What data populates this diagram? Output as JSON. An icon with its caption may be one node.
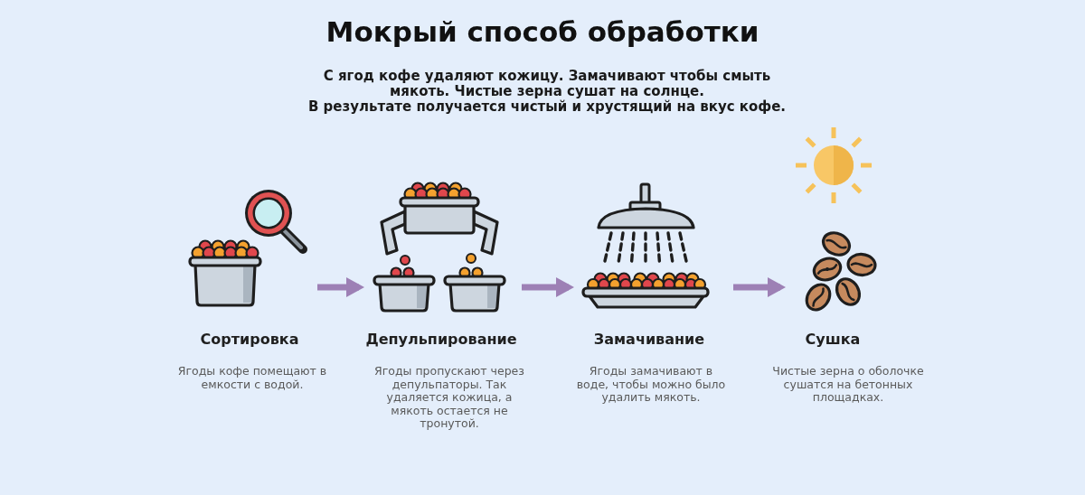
{
  "diagram": {
    "title": "Мокрый способ обработки",
    "nodes": [
      {
        "text": [],
        "shape": "picture",
        "beside": [
          "Сортировка",
          "Ягоды кофе помещают в емкости с водой."
        ]
      },
      {
        "text": [],
        "shape": "picture",
        "beside": [
          "Депульпирование",
          "Ягоды пропускают через депульпаторы. Так удаляется кожица, а мякоть остается не тронутой."
        ]
      },
      {
        "text": [],
        "shape": "picture",
        "beside": [
          "Замачивание",
          "Ягоды замачивают в воде, чтобы можно было удалить мякоть."
        ]
      },
      {
        "text": [],
        "shape": "picture",
        "beside": [
          "Сушка",
          "Чистые зерна о оболочке сушатся на бетонных площадках."
        ]
      }
    ],
    "edges": [
      {
        "from": 0,
        "to": 1,
        "arrow": "to"
      },
      {
        "from": 1,
        "to": 2,
        "arrow": "to"
      },
      {
        "from": 2,
        "to": 3,
        "arrow": "to"
      }
    ],
    "labels": [
      "С ягод кофе удаляют кожицу. Замачивают чтобы смыть мякоть. Чистые зерна сушат на солнце.",
      "В результате получается чистый и хрустящий на вкус кофе."
    ]
  }
}
